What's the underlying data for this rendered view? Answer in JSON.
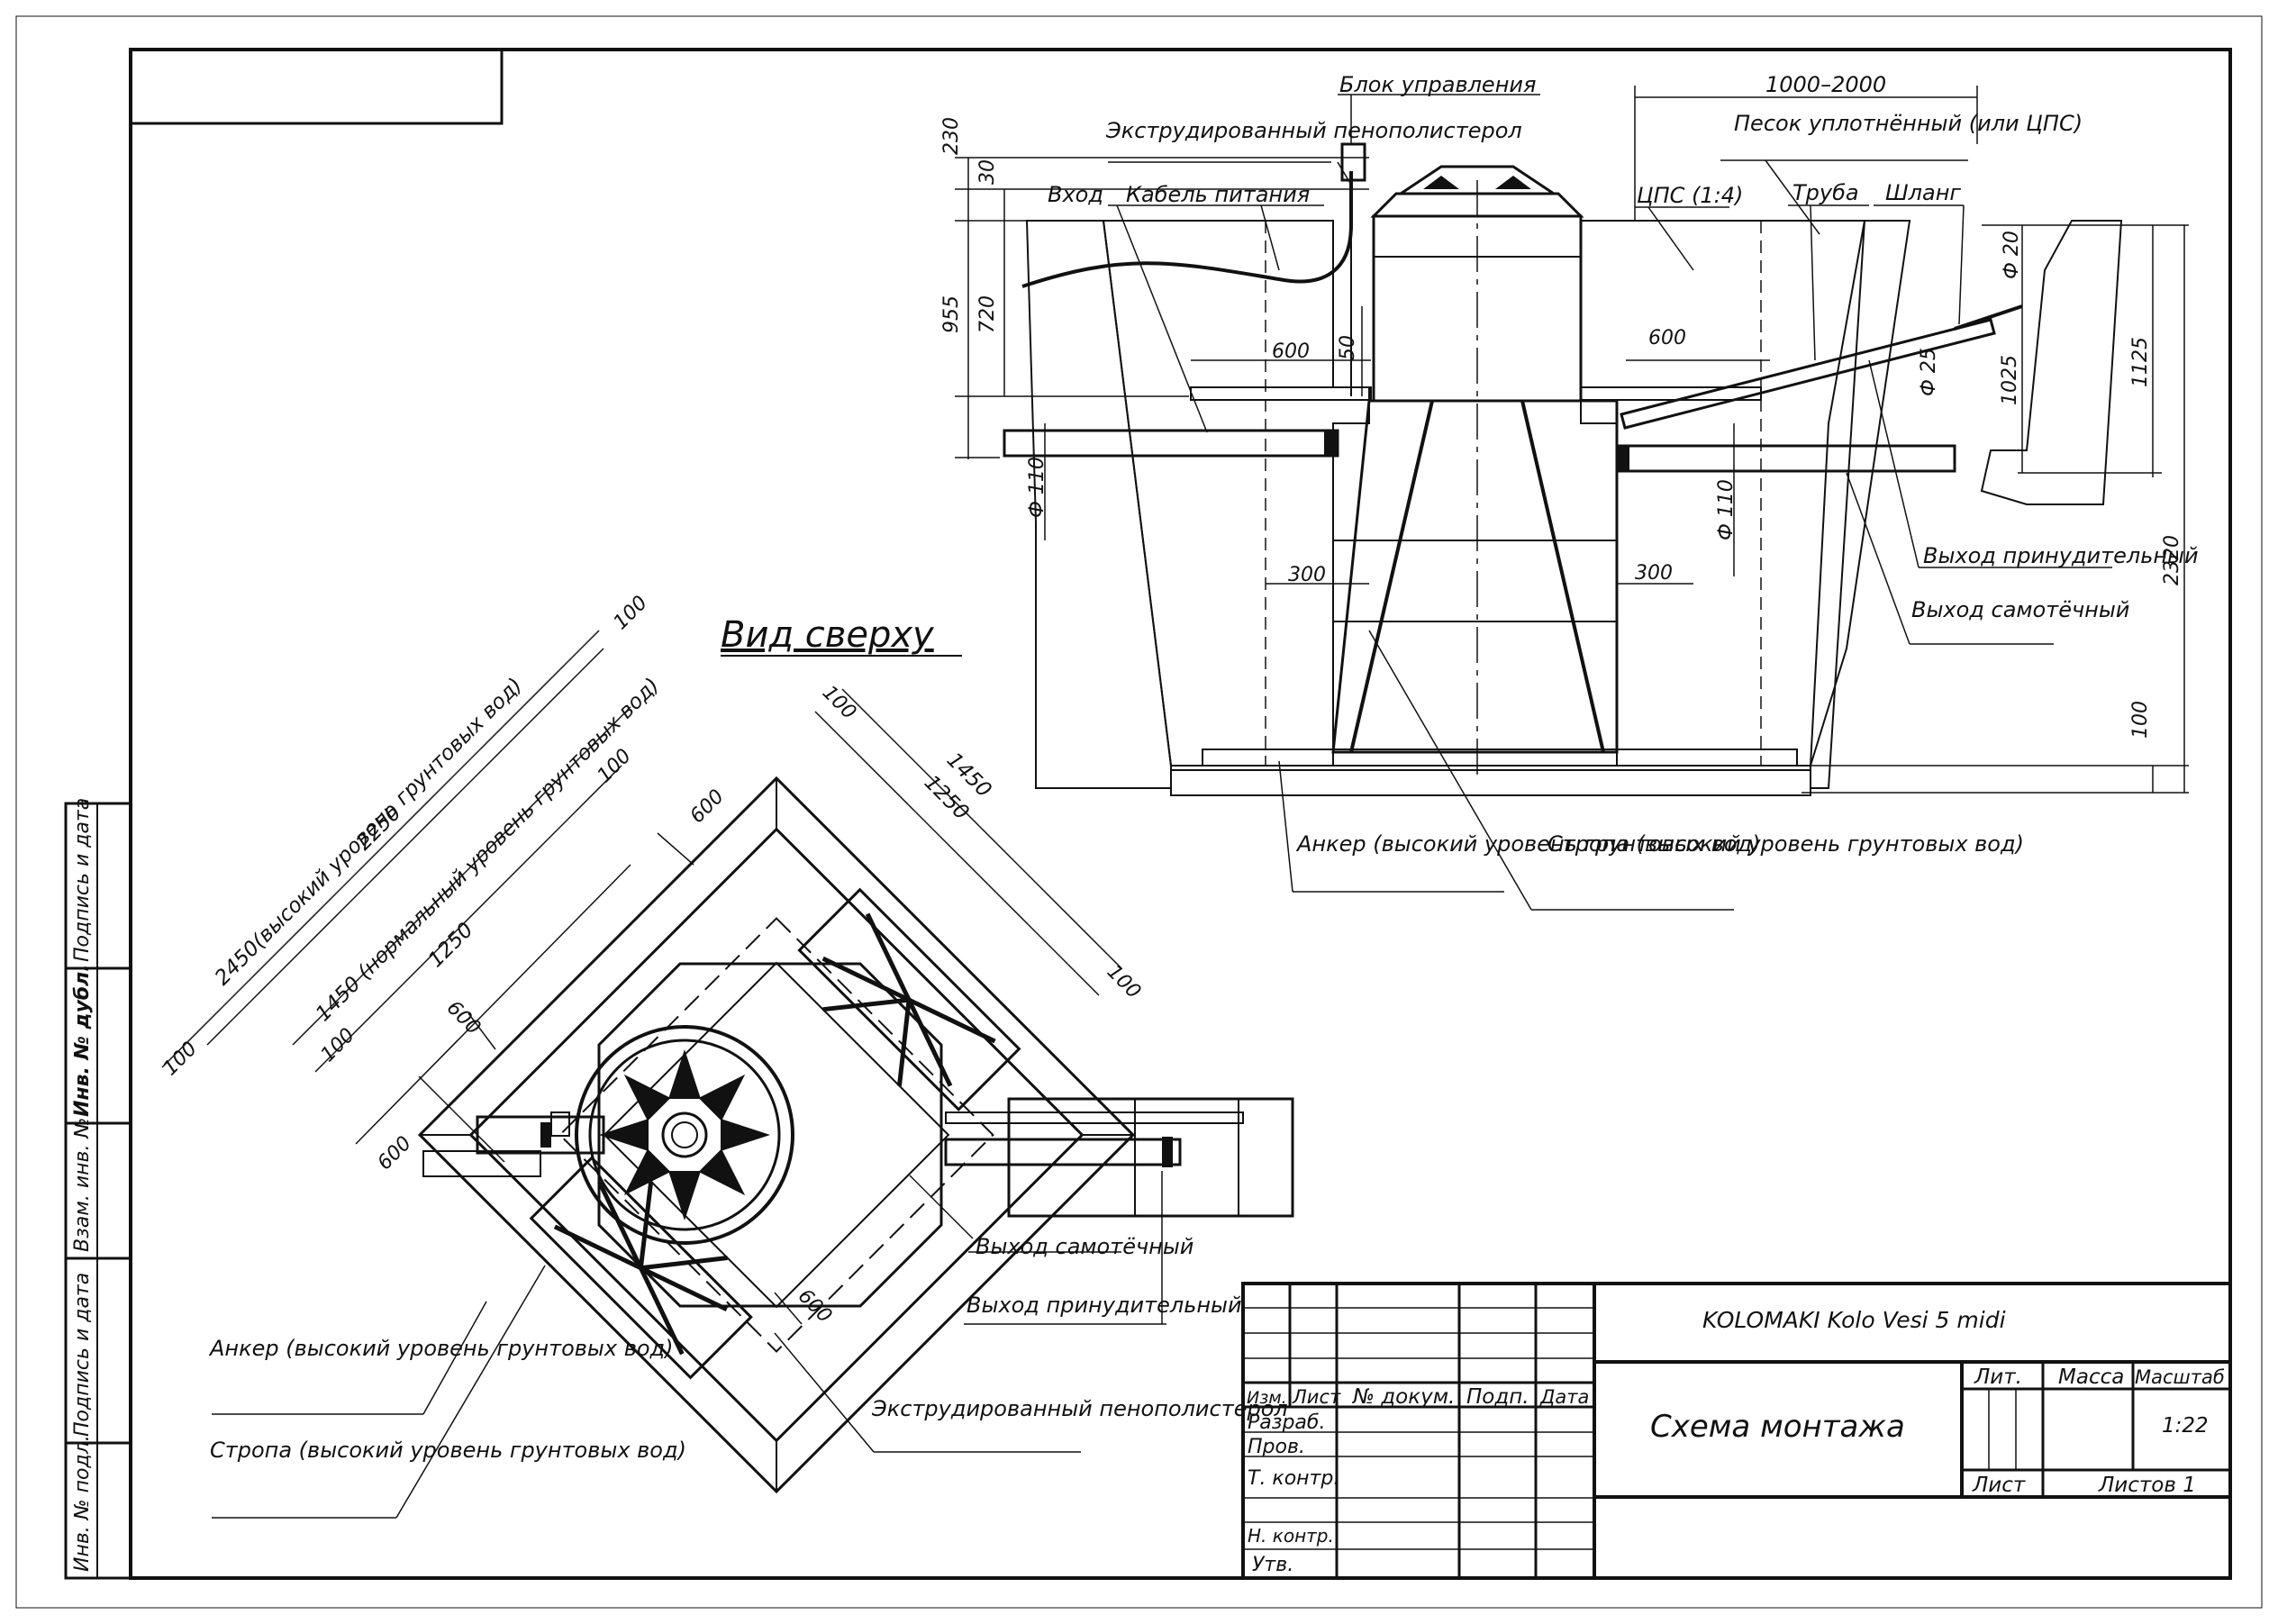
{
  "colors": {
    "ink": "#111111",
    "paper": "#ffffff",
    "concrete": "#f4f4f4"
  },
  "section": {
    "control_unit": "Блок управления",
    "foam_top": "Экструдированный пенополистерол",
    "inlet": "Вход",
    "power_cable": "Кабель питания",
    "sand": "Песок уплотнённый (или ЦПС)",
    "cps": "ЦПС (1:4)",
    "pipe": "Труба",
    "hose": "Шланг",
    "forced_outlet": "Выход принудительный",
    "gravity_outlet": "Выход самотёчный",
    "anchor": "Анкер (высокий уровень грунтовых вод)",
    "strap": "Стропа (высокий уровень грунтовых вод)",
    "dims": {
      "d1000_2000": "1000–2000",
      "d230": "230",
      "d30": "30",
      "d955": "955",
      "d720": "720",
      "d600a": "600",
      "d50": "50",
      "d600b": "600",
      "phi110a": "Ф 110",
      "phi110b": "Ф 110",
      "d300a": "300",
      "d300b": "300",
      "phi20": "Ф 20",
      "phi25": "Ф 25",
      "d1025": "1025",
      "d1125": "1125",
      "d2320": "2320",
      "d100": "100"
    }
  },
  "plan": {
    "title": "Вид сверху",
    "dims": {
      "d2450": "2450(высокий уровень грунтовых вод)",
      "d2250": "2250",
      "d1450": "1450 (нормальный уровень грунтовых вод)",
      "d1250a": "1250",
      "d100a": "100",
      "d100b": "100",
      "d100c": "100",
      "d100d": "100",
      "d100e": "100",
      "d600a": "600",
      "d600b": "600",
      "d600c": "600",
      "d600d": "600",
      "d1450b": "1450",
      "d1250b": "1250"
    },
    "labels": {
      "gravity_outlet": "Выход самотёчный",
      "forced_outlet": "Выход принудительный",
      "anchor": "Анкер (высокий уровень грунтовых вод)",
      "strap": "Стропа (высокий уровень грунтовых вод)",
      "foam": "Экструдированный пенополистерол"
    }
  },
  "side_stamp": [
    "Инв. № подл.",
    "Подпись и дата",
    "Взам. инв. №",
    "Инв. № дубл.",
    "Подпись и дата"
  ],
  "title_block": {
    "product": "KOLOMAKI Kolo Vesi 5 midi",
    "title": "Схема монтажа",
    "col_izm": "Изм.",
    "col_list": "Лист",
    "col_doc": "№ докум.",
    "col_sign": "Подп.",
    "col_date": "Дата",
    "razrab": "Разраб.",
    "prov": "Пров.",
    "tkontr": "Т. контр.",
    "nkontr": "Н. контр.",
    "utv": "Утв.",
    "lit": "Лит.",
    "massa": "Масса",
    "masshtab": "Масштаб",
    "scale": "1:22",
    "sheet": "Лист",
    "sheets": "Листов 1"
  }
}
